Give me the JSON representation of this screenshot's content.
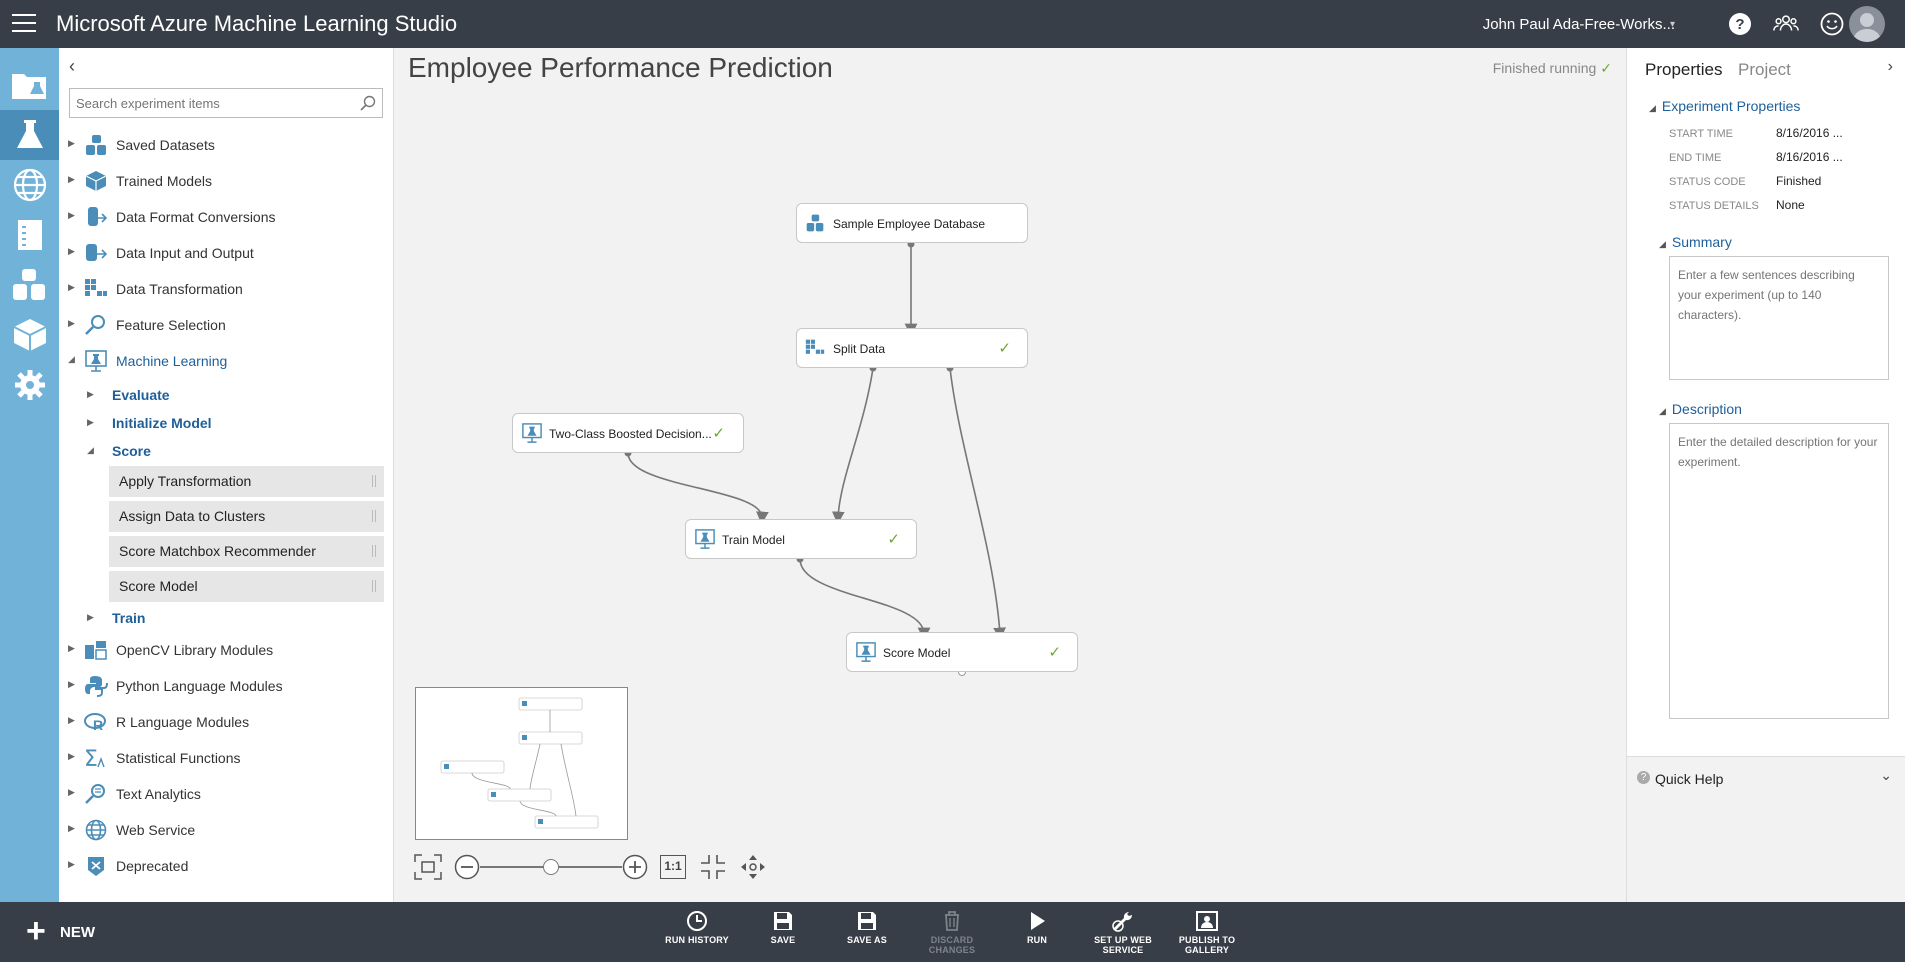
{
  "header": {
    "app_title": "Microsoft Azure Machine Learning Studio",
    "user_name": "John Paul Ada-Free-Works...",
    "icons": [
      "menu-icon",
      "help-icon",
      "community-icon",
      "feedback-icon",
      "user-avatar-icon"
    ]
  },
  "rail": {
    "items": [
      "projects-icon",
      "experiments-icon",
      "web-services-icon",
      "notebooks-icon",
      "datasets-icon",
      "trained-models-icon",
      "settings-icon"
    ],
    "active_index": 1
  },
  "palette": {
    "search_placeholder": "Search experiment items",
    "categories": [
      {
        "label": "Saved Datasets",
        "icon": "datasets-icon"
      },
      {
        "label": "Trained Models",
        "icon": "trained-models-icon"
      },
      {
        "label": "Data Format Conversions",
        "icon": "data-format-icon"
      },
      {
        "label": "Data Input and Output",
        "icon": "data-input-output-icon"
      },
      {
        "label": "Data Transformation",
        "icon": "data-transformation-icon"
      },
      {
        "label": "Feature Selection",
        "icon": "feature-selection-icon"
      },
      {
        "label": "Machine Learning",
        "icon": "machine-learning-icon"
      }
    ],
    "ml_subcategories": [
      {
        "label": "Evaluate"
      },
      {
        "label": "Initialize Model"
      },
      {
        "label": "Score"
      }
    ],
    "score_modules": [
      {
        "label": "Apply Transformation"
      },
      {
        "label": "Assign Data to Clusters"
      },
      {
        "label": "Score Matchbox Recommender"
      },
      {
        "label": "Score Model"
      }
    ],
    "train_label": "Train",
    "categories_after": [
      {
        "label": "OpenCV Library Modules",
        "icon": "opencv-icon"
      },
      {
        "label": "Python Language Modules",
        "icon": "python-icon"
      },
      {
        "label": "R Language Modules",
        "icon": "r-language-icon"
      },
      {
        "label": "Statistical Functions",
        "icon": "statistical-icon"
      },
      {
        "label": "Text Analytics",
        "icon": "text-analytics-icon"
      },
      {
        "label": "Web Service",
        "icon": "web-service-icon"
      },
      {
        "label": "Deprecated",
        "icon": "deprecated-icon"
      }
    ]
  },
  "canvas": {
    "experiment_title": "Employee Performance Prediction",
    "run_status": "Finished running",
    "nodes": {
      "dataset": {
        "label": "Sample Employee Database",
        "done": false
      },
      "split": {
        "label": "Split Data",
        "done": true
      },
      "boosted": {
        "label": "Two-Class Boosted Decision...",
        "done": true
      },
      "train": {
        "label": "Train Model",
        "done": true
      },
      "score": {
        "label": "Score Model",
        "done": true
      }
    },
    "zoom_actual_label": "1:1"
  },
  "properties": {
    "tab_properties": "Properties",
    "tab_project": "Project",
    "experiment_properties_heading": "Experiment Properties",
    "rows": [
      {
        "key": "START TIME",
        "value": "8/16/2016 ..."
      },
      {
        "key": "END TIME",
        "value": "8/16/2016 ..."
      },
      {
        "key": "STATUS CODE",
        "value": "Finished"
      },
      {
        "key": "STATUS DETAILS",
        "value": "None"
      }
    ],
    "summary_heading": "Summary",
    "summary_placeholder": "Enter a few sentences describing your experiment (up to 140 characters).",
    "description_heading": "Description",
    "description_placeholder": "Enter the detailed description for your experiment.",
    "quick_help": "Quick Help"
  },
  "toolbar": {
    "new_label": "NEW",
    "buttons": [
      {
        "line1": "RUN HISTORY",
        "line2": "",
        "icon": "history-icon",
        "enabled": true
      },
      {
        "line1": "SAVE",
        "line2": "",
        "icon": "save-icon",
        "enabled": true
      },
      {
        "line1": "SAVE AS",
        "line2": "",
        "icon": "save-as-icon",
        "enabled": true
      },
      {
        "line1": "DISCARD CHANGES",
        "line2": "",
        "icon": "trash-icon",
        "enabled": false
      },
      {
        "line1": "RUN",
        "line2": "",
        "icon": "run-icon",
        "enabled": true
      },
      {
        "line1": "SET UP WEB",
        "line2": "SERVICE",
        "icon": "web-service-setup-icon",
        "enabled": true
      },
      {
        "line1": "PUBLISH TO",
        "line2": "GALLERY",
        "icon": "publish-icon",
        "enabled": true
      }
    ]
  },
  "colors": {
    "header_bg": "#383e47",
    "rail_bg": "#71b2d8",
    "rail_active": "#4a8db8",
    "accent_blue": "#1e5f9a",
    "success_green": "#6aaa2e"
  }
}
